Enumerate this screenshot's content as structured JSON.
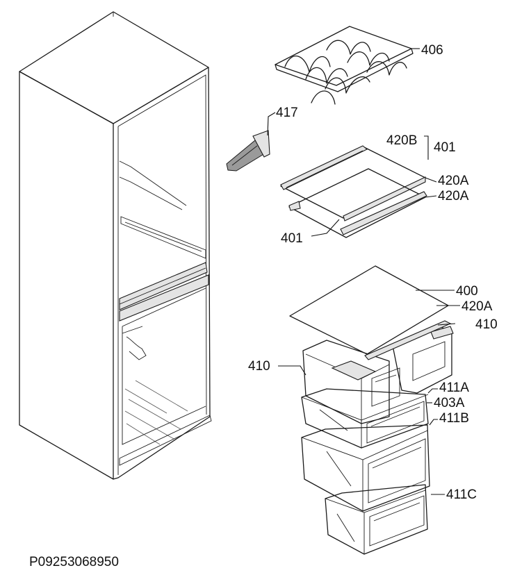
{
  "labels": {
    "p406": "406",
    "p417": "417",
    "p420b": "420B",
    "p401a": "401",
    "p420a_1": "420A",
    "p420a_2": "420A",
    "p401b": "401",
    "p400": "400",
    "p420a_3": "420A",
    "p410a": "410",
    "p410b": "410",
    "p411a": "411A",
    "p403a": "403A",
    "p411b": "411B",
    "p411c": "411C"
  },
  "drawing_code": "P09253068950"
}
